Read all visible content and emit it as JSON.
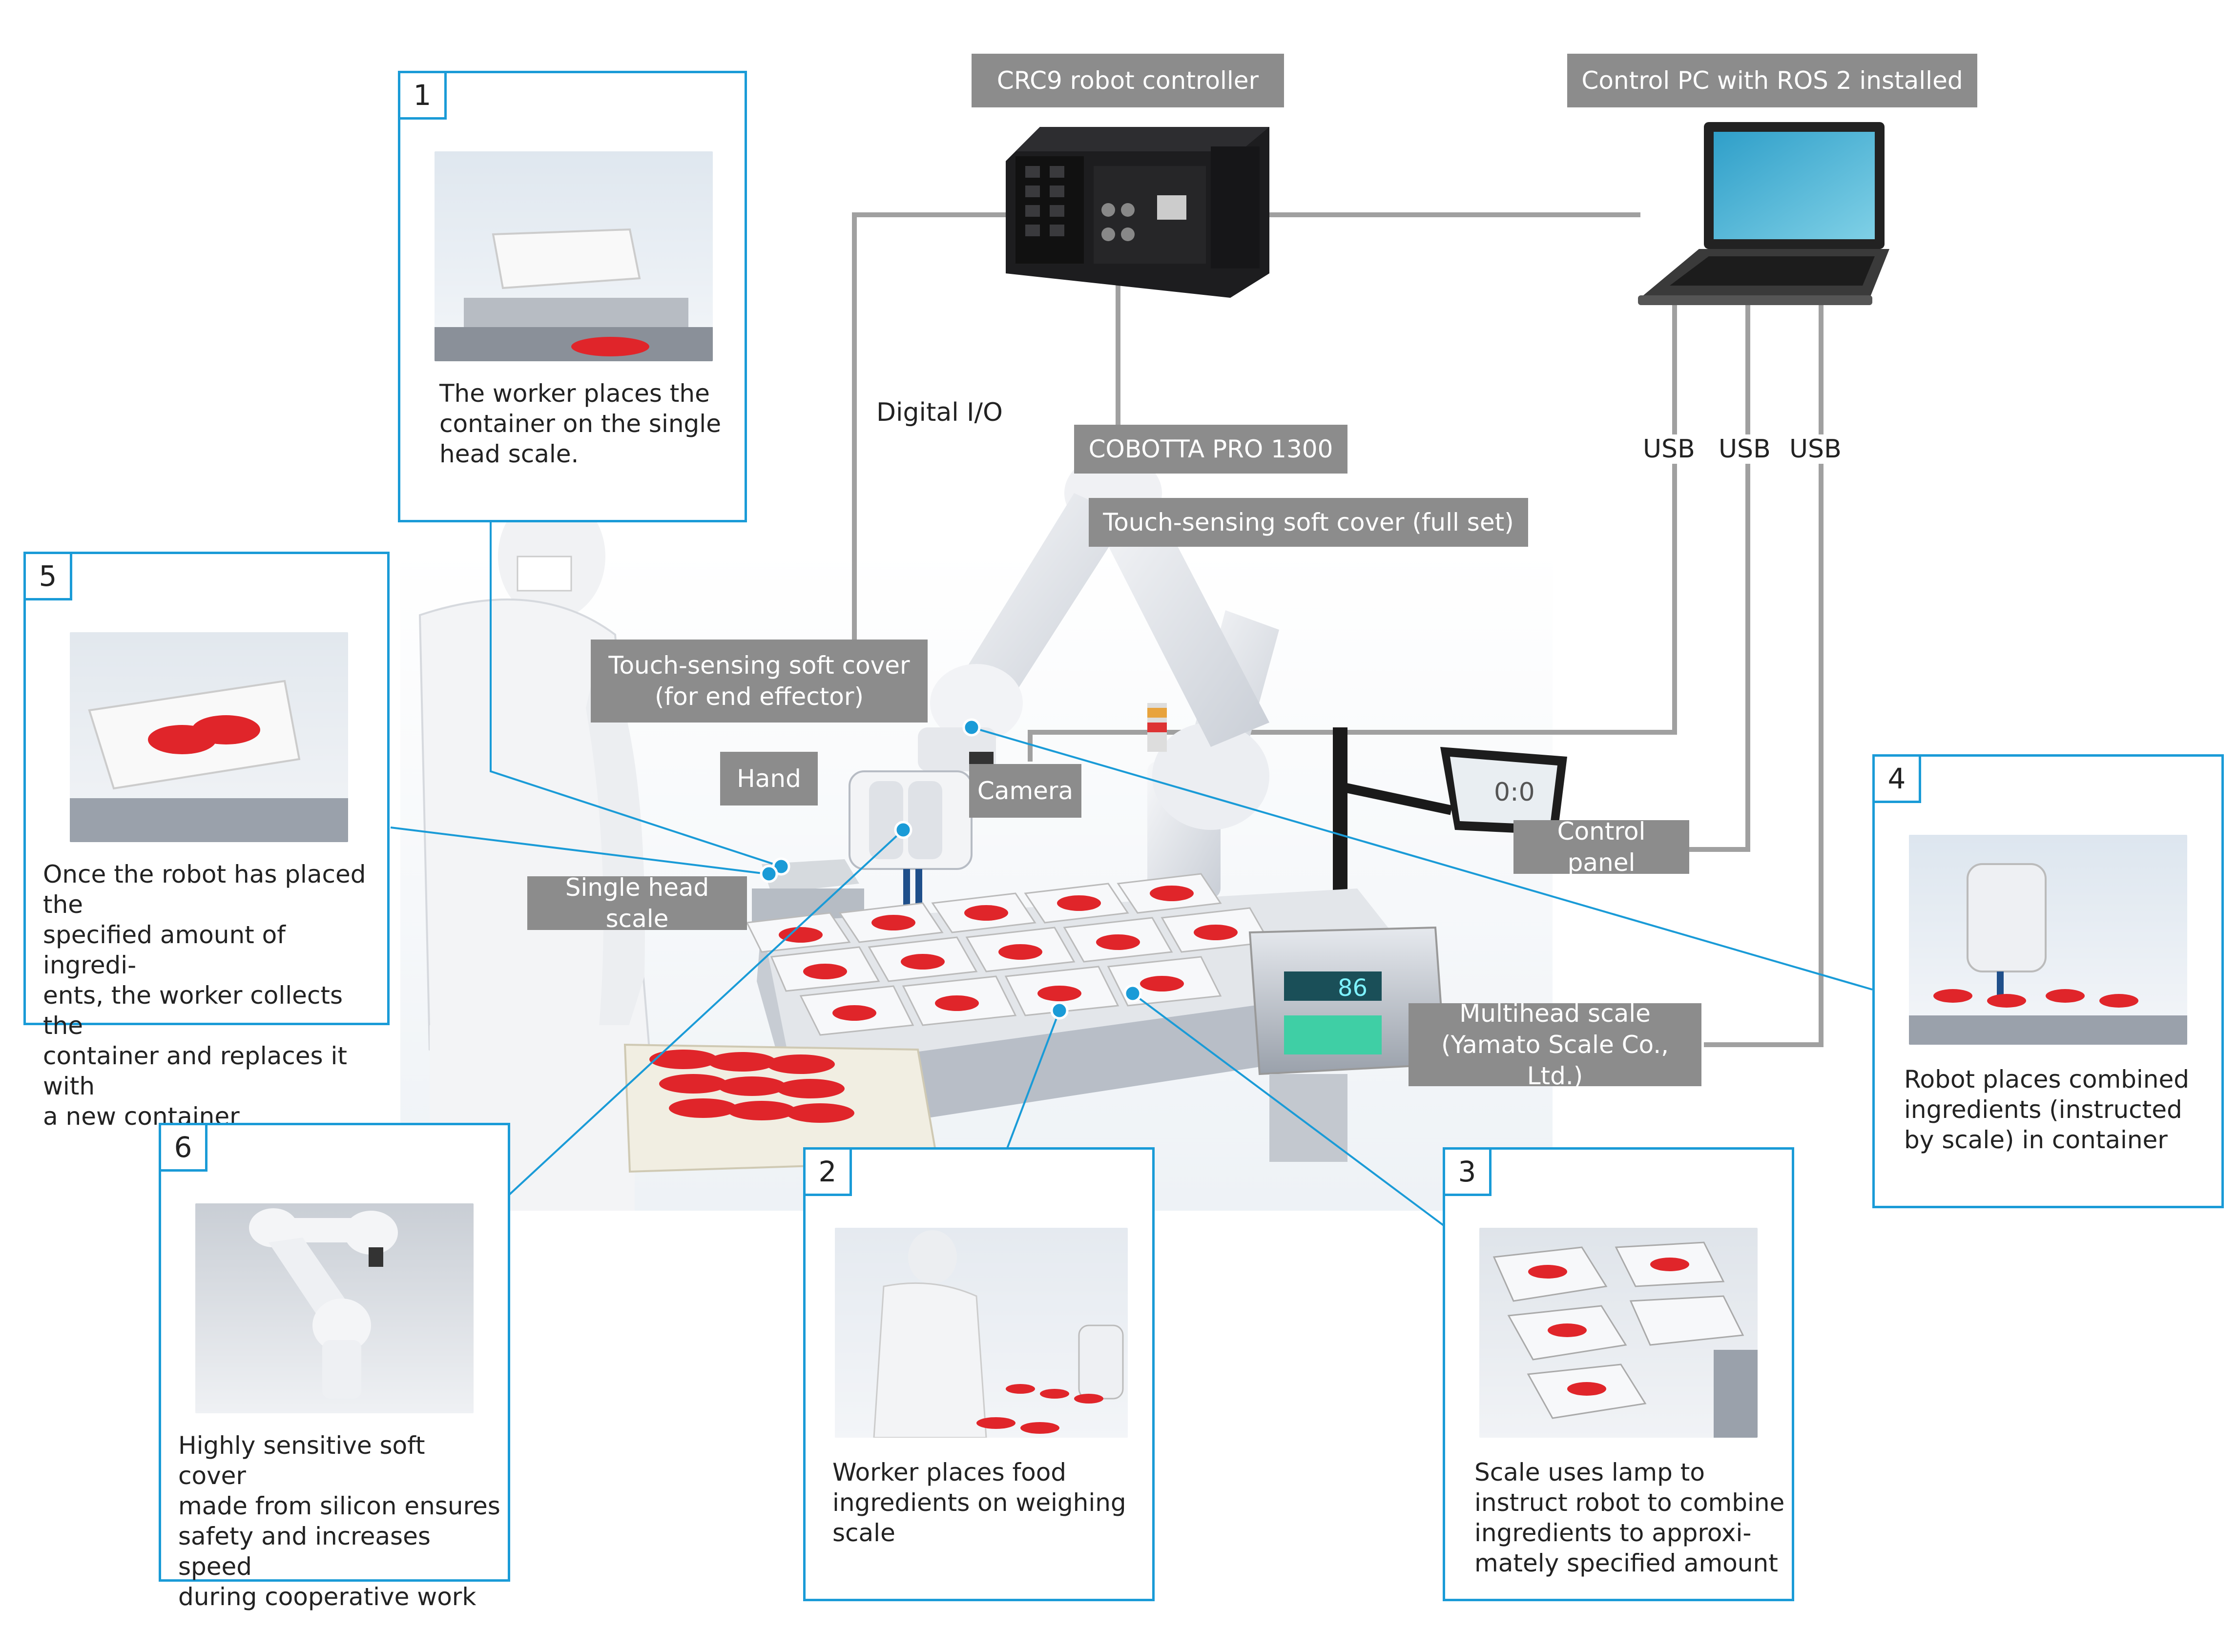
{
  "labels": {
    "controller": "CRC9 robot controller",
    "control_pc": "Control PC with ROS 2 installed",
    "digital_io": "Digital I/O",
    "cobotta": "COBOTTA PRO 1300",
    "soft_cover_full": "Touch-sensing soft cover (full set)",
    "soft_cover_effector": "Touch-sensing soft cover\n(for end effector)",
    "hand": "Hand",
    "camera": "Camera",
    "single_head_scale": "Single head scale",
    "control_panel": "Control panel",
    "multihead_scale": "Multihead scale\n(Yamato Scale Co., Ltd.)",
    "usb": [
      "USB",
      "USB",
      "USB"
    ]
  },
  "scale_display": "86",
  "panel_display": "0:0",
  "callouts": [
    {
      "num": "1",
      "caption": "The worker places the\ncontainer on the single\nhead scale."
    },
    {
      "num": "2",
      "caption": "Worker places food\ningredients on weighing\nscale"
    },
    {
      "num": "3",
      "caption": "Scale uses lamp to\ninstruct robot to combine\ningredients to approxi-\nmately specified amount"
    },
    {
      "num": "4",
      "caption": "Robot places combined\ningredients (instructed\nby scale) in container"
    },
    {
      "num": "5",
      "caption": "Once the robot has placed the\nspecified amount of ingredi-\nents, the worker collects the\ncontainer and replaces it with\na new container"
    },
    {
      "num": "6",
      "caption": "Highly sensitive soft cover\nmade from silicon ensures\nsafety and increases speed\nduring cooperative work"
    }
  ],
  "colors": {
    "accent_blue": "#1a9bd7",
    "label_gray": "#8c8c8c",
    "cable_gray": "#a0a0a0",
    "ingredient_red": "#e0252a"
  }
}
